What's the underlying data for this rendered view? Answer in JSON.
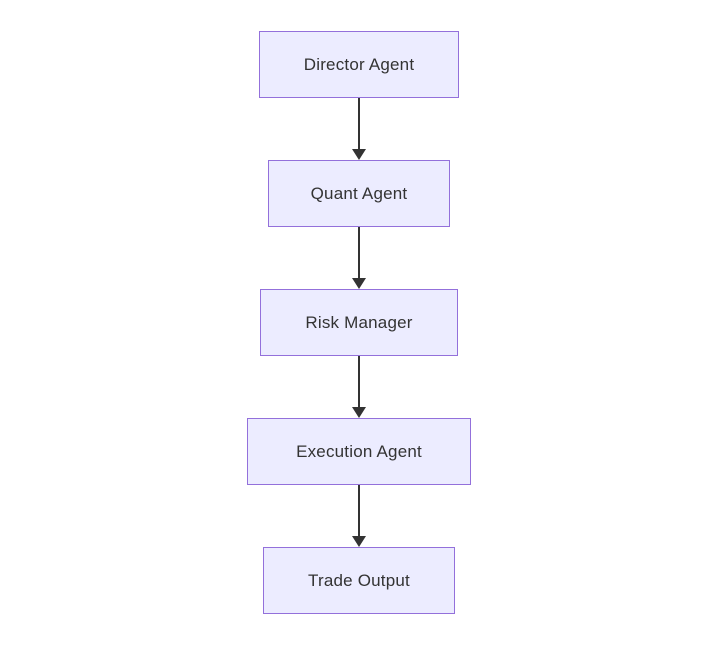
{
  "diagram": {
    "type": "flowchart",
    "direction": "top-down",
    "nodes": [
      {
        "id": "director",
        "label": "Director Agent"
      },
      {
        "id": "quant",
        "label": "Quant Agent"
      },
      {
        "id": "risk",
        "label": "Risk Manager"
      },
      {
        "id": "execution",
        "label": "Execution Agent"
      },
      {
        "id": "trade",
        "label": "Trade Output"
      }
    ],
    "edges": [
      {
        "from": "Director Agent",
        "to": "Quant Agent"
      },
      {
        "from": "Quant Agent",
        "to": "Risk Manager"
      },
      {
        "from": "Risk Manager",
        "to": "Execution Agent"
      },
      {
        "from": "Execution Agent",
        "to": "Trade Output"
      }
    ],
    "colors": {
      "node_fill": "#ECECFF",
      "node_border": "#9370DB",
      "edge": "#333333",
      "text": "#333333",
      "background": "#FFFFFF"
    }
  }
}
